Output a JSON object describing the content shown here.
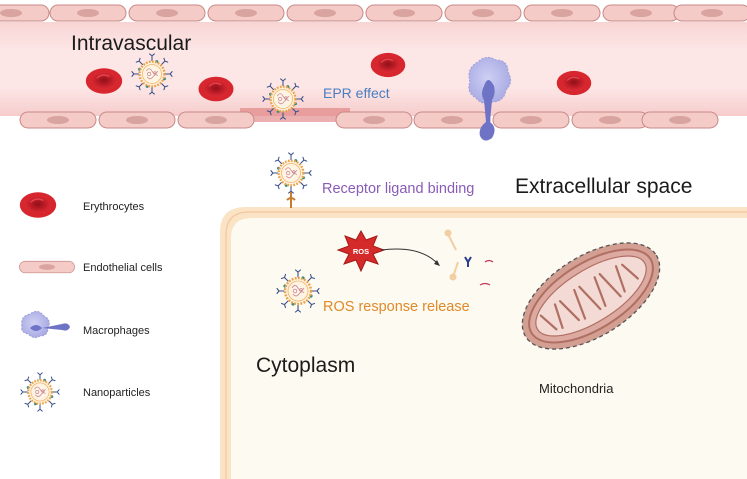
{
  "labels": {
    "intravascular": "Intravascular",
    "epr_effect": "EPR effect",
    "receptor_ligand_binding": "Receptor ligand binding",
    "extracellular_space": "Extracellular space",
    "ros_response_release": "ROS response release",
    "cytoplasm": "Cytoplasm",
    "mitochondria": "Mitochondria",
    "ros_badge": "ROS"
  },
  "legend": [
    {
      "icon": "erythrocyte-icon",
      "label": "Erythrocytes"
    },
    {
      "icon": "endothelial-cell-icon",
      "label": "Endothelial cells"
    },
    {
      "icon": "macrophage-icon",
      "label": "Macrophages"
    },
    {
      "icon": "nanoparticle-icon",
      "label": "Nanoparticles"
    }
  ],
  "colors": {
    "vessel_lumen": "#fbe0e0",
    "endothelial": "#f3c9c6",
    "erythrocyte": "#c8202b",
    "macrophage": "#b6b8ea",
    "cell_membrane": "#f6d2ae",
    "cytoplasm": "#fdfaf1",
    "ros_burst": "#d42a2a",
    "mitochondria": "#d39f92",
    "epr_text": "#4a7ec0",
    "receptor_text": "#8a5bb8",
    "ros_text": "#e08a2a"
  }
}
